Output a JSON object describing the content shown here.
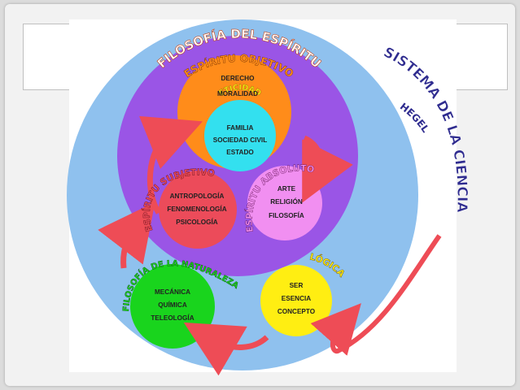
{
  "diagram": {
    "side_title": "SISTEMA DE LA CIENCIA",
    "side_subtitle": "HEGEL",
    "outer_label": "FILOSOFÍA DEL ESPÍRITU",
    "objetivo_label": "ESPÍRITU OBJETIVO",
    "objetivo_items": [
      "DERECHO",
      "MORALIDAD"
    ],
    "eticidad_label": "ETICIDAD",
    "eticidad_items": [
      "FAMILIA",
      "SOCIEDAD CIVIL",
      "ESTADO"
    ],
    "subjetivo_label": "ESPÍRITU SUBJETIVO",
    "subjetivo_items": [
      "ANTROPOLOGÍA",
      "FENOMENOLOGÍA",
      "PSICOLOGÍA"
    ],
    "absoluto_label": "ESPÍRITU ABSOLUTO",
    "absoluto_items": [
      "ARTE",
      "RELIGIÓN",
      "FILOSOFÍA"
    ],
    "naturaleza_label": "FILOSOFÍA DE LA NATURALEZA",
    "naturaleza_items": [
      "MECÁNICA",
      "QUÍMICA",
      "TELEOLOGÍA"
    ],
    "logica_label": "LÓGICA",
    "logica_items": [
      "SER",
      "ESENCIA",
      "CONCEPTO"
    ],
    "colors": {
      "outer": "#8fc1ee",
      "purple": "#9a55e6",
      "orange": "#ff8c1a",
      "cyan": "#33e0ef",
      "red": "#ec4b5a",
      "pink": "#f18ff1",
      "green": "#19d41d",
      "yellow": "#ffee12",
      "arrow": "#ee4c56",
      "title_text": "#2f2c8f"
    }
  }
}
